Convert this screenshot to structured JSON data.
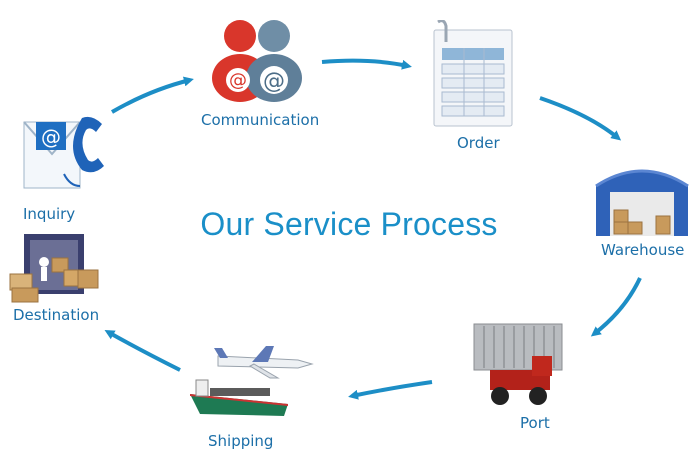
{
  "title": "Our Service Process",
  "steps": [
    {
      "label": "Communication",
      "icon": "users-email-icon"
    },
    {
      "label": "Order",
      "icon": "order-form-icon"
    },
    {
      "label": "Warehouse",
      "icon": "warehouse-icon"
    },
    {
      "label": "Port",
      "icon": "port-container-icon"
    },
    {
      "label": "Shipping",
      "icon": "ship-plane-icon"
    },
    {
      "label": "Destination",
      "icon": "delivery-truck-icon"
    },
    {
      "label": "Inquiry",
      "icon": "email-phone-icon"
    }
  ],
  "colors": {
    "title": "#1a8fc8",
    "label": "#1c6fa8",
    "arrow": "#1d8ec6"
  }
}
